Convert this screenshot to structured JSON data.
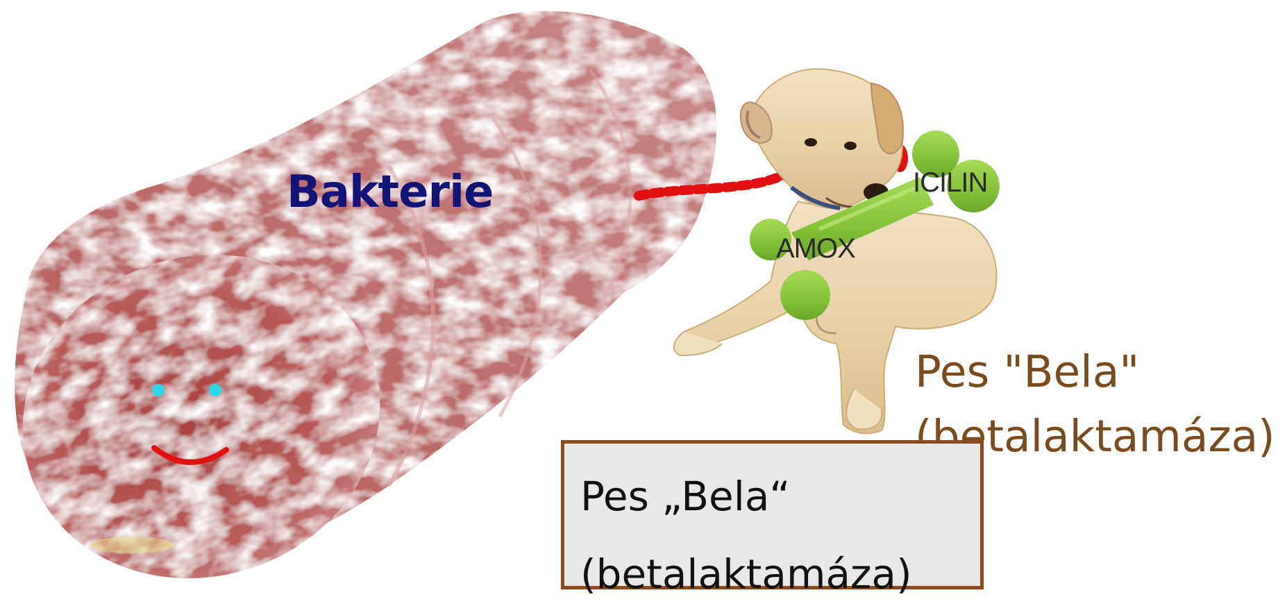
{
  "labels": {
    "bacterium": "Bakterie",
    "bone_right": "ICILIN",
    "bone_left": "AMOX"
  },
  "dog_caption": {
    "line1": "Pes \"Bela\"",
    "line2": "(betalaktamáza)"
  },
  "caption_box": {
    "line1": "Pes „Bela“",
    "line2": "(betalaktamáza)"
  },
  "colors": {
    "bacterium_body": "#b45454",
    "bacterium_label": "#141476",
    "eyes": "#2fd8e4",
    "smile": "#e11111",
    "leash": "#e11111",
    "bone": "#8cc63f",
    "caption_text": "#7a4b1e",
    "box_border": "#8e4a1f",
    "box_fill": "#e8e8e8"
  }
}
